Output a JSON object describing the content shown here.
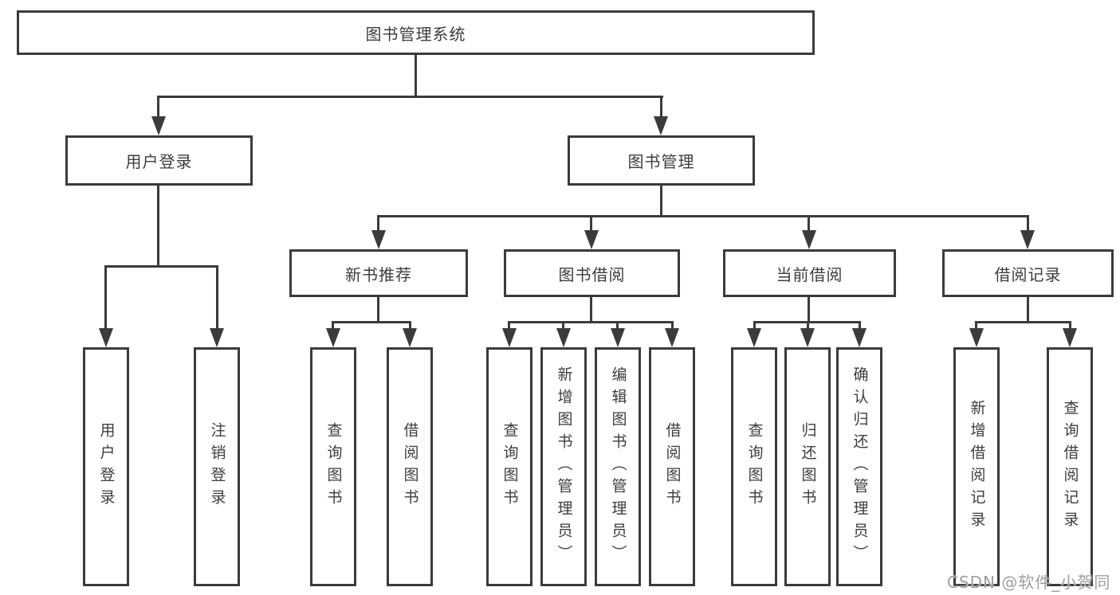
{
  "diagram": {
    "root": {
      "label": "图书管理系统"
    },
    "level2": [
      {
        "label": "用户登录"
      },
      {
        "label": "图书管理"
      }
    ],
    "level3": [
      {
        "label": "新书推荐"
      },
      {
        "label": "图书借阅"
      },
      {
        "label": "当前借阅"
      },
      {
        "label": "借阅记录"
      }
    ],
    "leaves": [
      {
        "label": "用户登录"
      },
      {
        "label": "注销登录"
      },
      {
        "label": "查询图书"
      },
      {
        "label": "借阅图书"
      },
      {
        "label": "查询图书"
      },
      {
        "label": "新增图书（管理员）"
      },
      {
        "label": "编辑图书（管理员）"
      },
      {
        "label": "借阅图书"
      },
      {
        "label": "查询图书"
      },
      {
        "label": "归还图书"
      },
      {
        "label": "确认归还（管理员）"
      },
      {
        "label": "新增借阅记录"
      },
      {
        "label": "查询借阅记录"
      }
    ],
    "watermark": "CSDN @软件_小贺同学",
    "colors": {
      "line": "#3b3b3b",
      "text": "#3d3d3d",
      "background": "#ffffff",
      "watermark": "#9e9e9e"
    }
  }
}
